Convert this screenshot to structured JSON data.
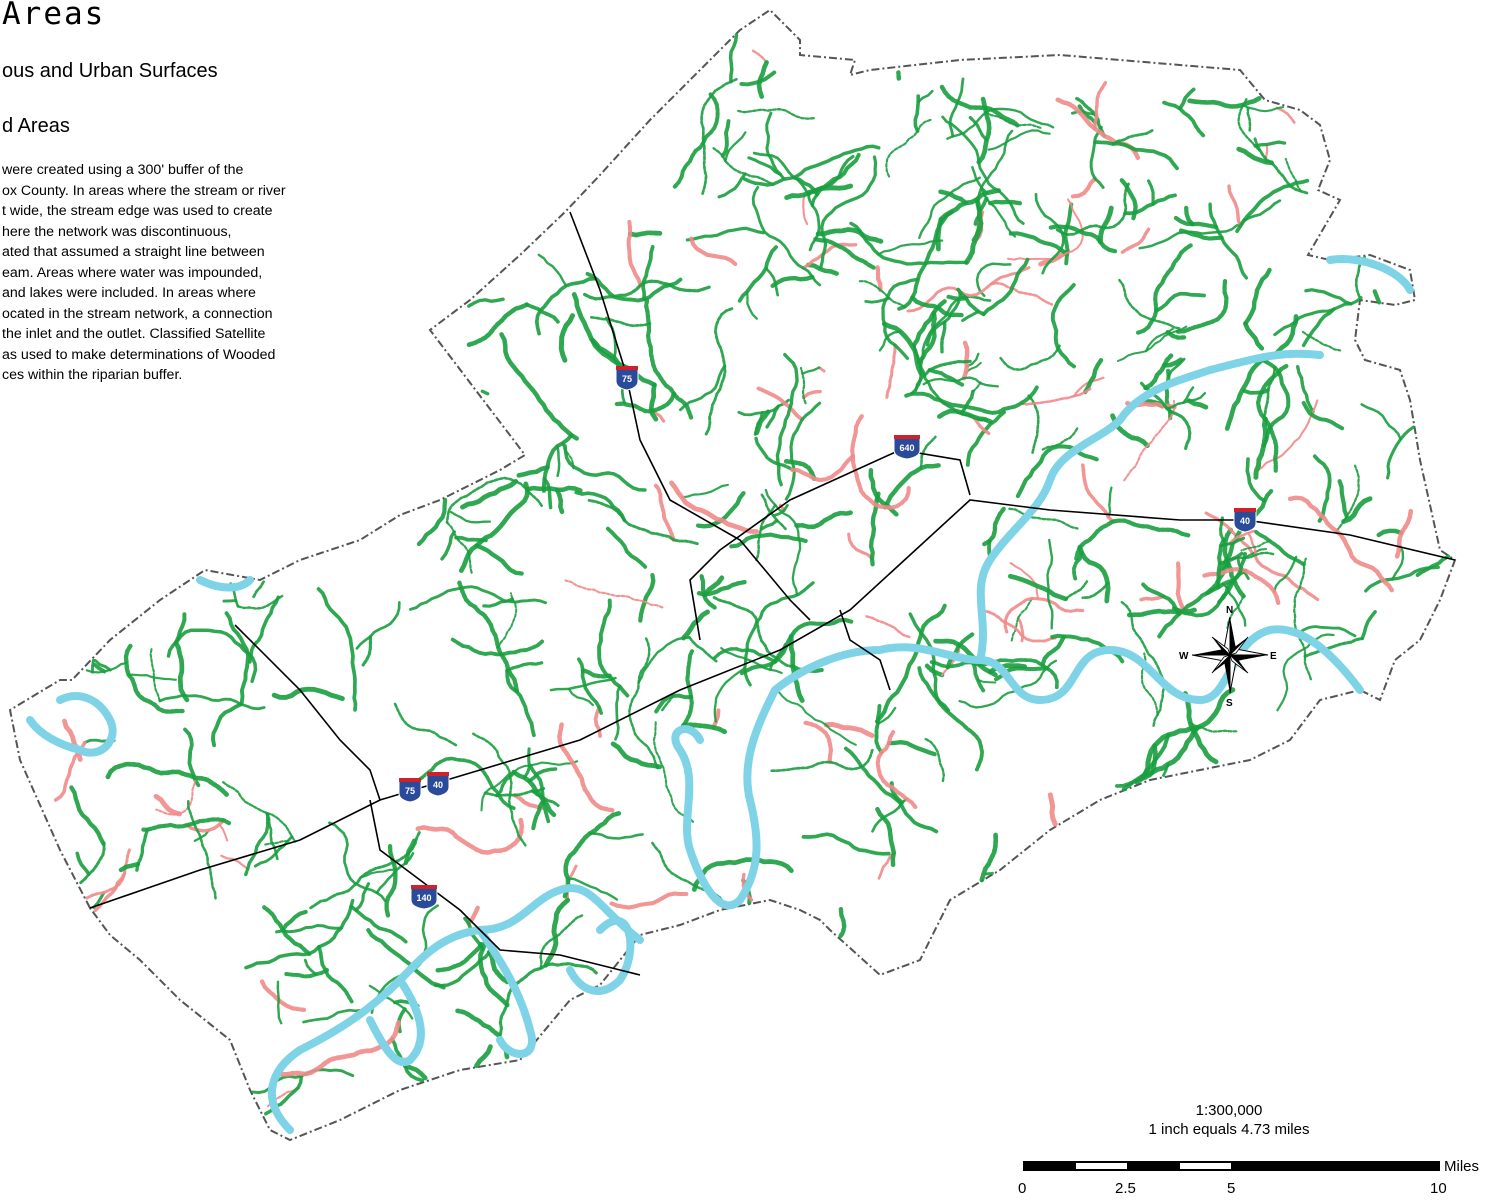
{
  "map": {
    "title": "Areas",
    "legend": {
      "line1": "ous and Urban Surfaces",
      "line2": "d Areas"
    },
    "description_lines": [
      "were created using a 300' buffer of the",
      "ox County. In areas where the stream or river",
      "t wide, the stream edge was used to create",
      "here the network was discontinuous,",
      "ated that assumed a straight line between",
      "eam. Areas where water was impounded,",
      "and lakes were included. In areas where",
      "ocated in the stream network, a connection",
      "the inlet and the outlet. Classified Satellite",
      "as used to make determinations of Wooded",
      "ces within the riparian buffer."
    ],
    "interstate_shields": [
      "75",
      "640",
      "40",
      "75",
      "40",
      "140"
    ],
    "compass": {
      "n": "N",
      "s": "S",
      "e": "E",
      "w": "W"
    },
    "scale": {
      "ratio": "1:300,000",
      "inch_equals": "1 inch equals 4.73 miles",
      "unit": "Miles",
      "ticks": [
        "0",
        "2.5",
        "5",
        "10"
      ]
    },
    "colors": {
      "wooded": "#1a9e3f",
      "urban": "#f08a8a",
      "water": "#7fd3e6",
      "boundary": "#555555",
      "road": "#000000",
      "shield_blue": "#2a4a9a",
      "shield_red": "#d0202a"
    }
  }
}
